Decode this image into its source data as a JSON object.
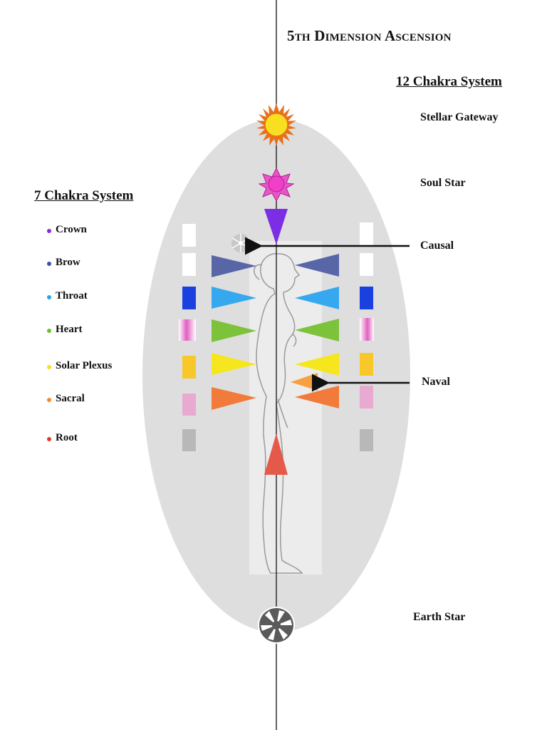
{
  "title": "5th Dimension Ascension",
  "twelve_chakra_heading": "12 Chakra System",
  "seven_chakra_heading": "7 Chakra System",
  "twelve_chakra_labels": {
    "stellar_gateway": "Stellar Gateway",
    "soul_star": "Soul Star",
    "causal": "Causal",
    "naval": "Naval",
    "earth_star": "Earth Star"
  },
  "seven_chakras": [
    {
      "name": "Crown",
      "color": "#8a2be2"
    },
    {
      "name": "Brow",
      "color": "#3a4fa8"
    },
    {
      "name": "Throat",
      "color": "#2aa6e8"
    },
    {
      "name": "Heart",
      "color": "#6cc030"
    },
    {
      "name": "Solar Plexus",
      "color": "#f2e21a"
    },
    {
      "name": "Sacral",
      "color": "#f08a2a"
    },
    {
      "name": "Root",
      "color": "#e23a2a"
    }
  ],
  "colors": {
    "aura": "#dedede",
    "crown": "#7b2ee6",
    "brow": "#5866a8",
    "throat": "#35a8f0",
    "heart": "#7cc23a",
    "solar": "#f6e61e",
    "sacral": "#f27a3a",
    "naval": "#f8a040",
    "root": "#e5594a",
    "throat_block": "#1a40e0",
    "solar_block": "#f8c82a",
    "sacral_block": "#e8aad0",
    "root_block": "#b8b8b8"
  }
}
